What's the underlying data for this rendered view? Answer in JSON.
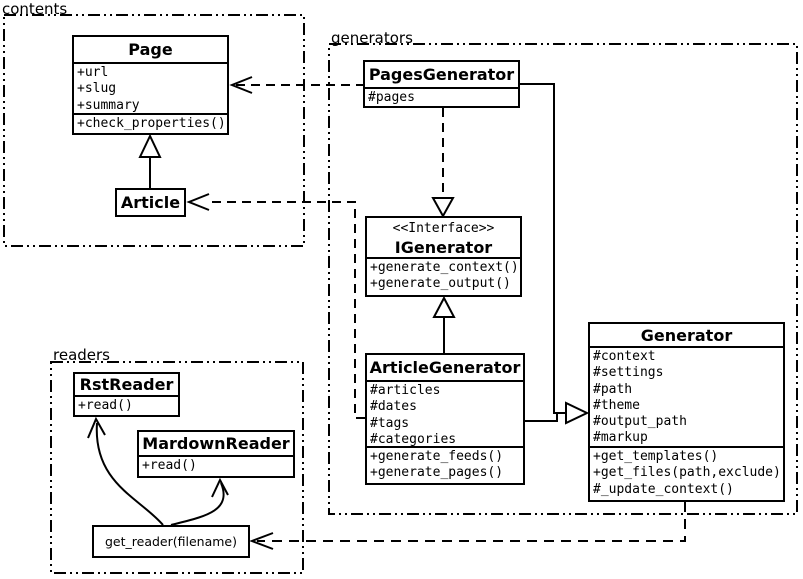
{
  "diagram_type": "uml-class-diagram",
  "colors": {
    "line": "#000000",
    "background": "#ffffff",
    "box_fill": "#ffffff",
    "text": "#000000"
  },
  "packages": [
    {
      "label": "contents"
    },
    {
      "label": "generators"
    },
    {
      "label": "readers"
    }
  ],
  "classes": {
    "page": {
      "name": "Page",
      "attributes": [
        "+url",
        "+slug",
        "+summary"
      ],
      "methods": [
        "+check_properties()"
      ]
    },
    "article": {
      "name": "Article"
    },
    "pages_generator": {
      "name": "PagesGenerator",
      "attributes": [
        "#pages"
      ]
    },
    "igenerator": {
      "stereotype": "<<Interface>>",
      "name": "IGenerator",
      "methods": [
        "+generate_context()",
        "+generate_output()"
      ]
    },
    "article_generator": {
      "name": "ArticleGenerator",
      "attributes": [
        "#articles",
        "#dates",
        "#tags",
        "#categories"
      ],
      "methods": [
        "+generate_feeds()",
        "+generate_pages()"
      ]
    },
    "generator": {
      "name": "Generator",
      "attributes": [
        "#context",
        "#settings",
        "#path",
        "#theme",
        "#output_path",
        "#markup"
      ],
      "methods": [
        "+get_templates()",
        "+get_files(path,exclude)",
        "#_update_context()"
      ]
    },
    "rst_reader": {
      "name": "RstReader",
      "methods": [
        "+read()"
      ]
    },
    "markdown_reader": {
      "name": "MardownReader",
      "methods": [
        "+read()"
      ]
    },
    "get_reader": {
      "name": "get_reader(filename)"
    }
  },
  "relationships": [
    {
      "from": "Article",
      "to": "Page",
      "type": "generalization",
      "style": "solid"
    },
    {
      "from": "PagesGenerator",
      "to": "Page",
      "type": "dependency",
      "style": "dashed"
    },
    {
      "from": "ArticleGenerator",
      "to": "Article",
      "type": "dependency",
      "style": "dashed"
    },
    {
      "from": "PagesGenerator",
      "to": "IGenerator",
      "type": "realization",
      "style": "dashed"
    },
    {
      "from": "ArticleGenerator",
      "to": "IGenerator",
      "type": "generalization",
      "style": "solid"
    },
    {
      "from": "PagesGenerator",
      "to": "Generator",
      "type": "generalization",
      "style": "solid"
    },
    {
      "from": "ArticleGenerator",
      "to": "Generator",
      "type": "generalization",
      "style": "solid"
    },
    {
      "from": "Generator",
      "to": "get_reader(filename)",
      "type": "dependency",
      "style": "dashed"
    },
    {
      "from": "get_reader(filename)",
      "to": "RstReader",
      "type": "arrow",
      "style": "solid"
    },
    {
      "from": "get_reader(filename)",
      "to": "MardownReader",
      "type": "arrow",
      "style": "solid"
    }
  ]
}
